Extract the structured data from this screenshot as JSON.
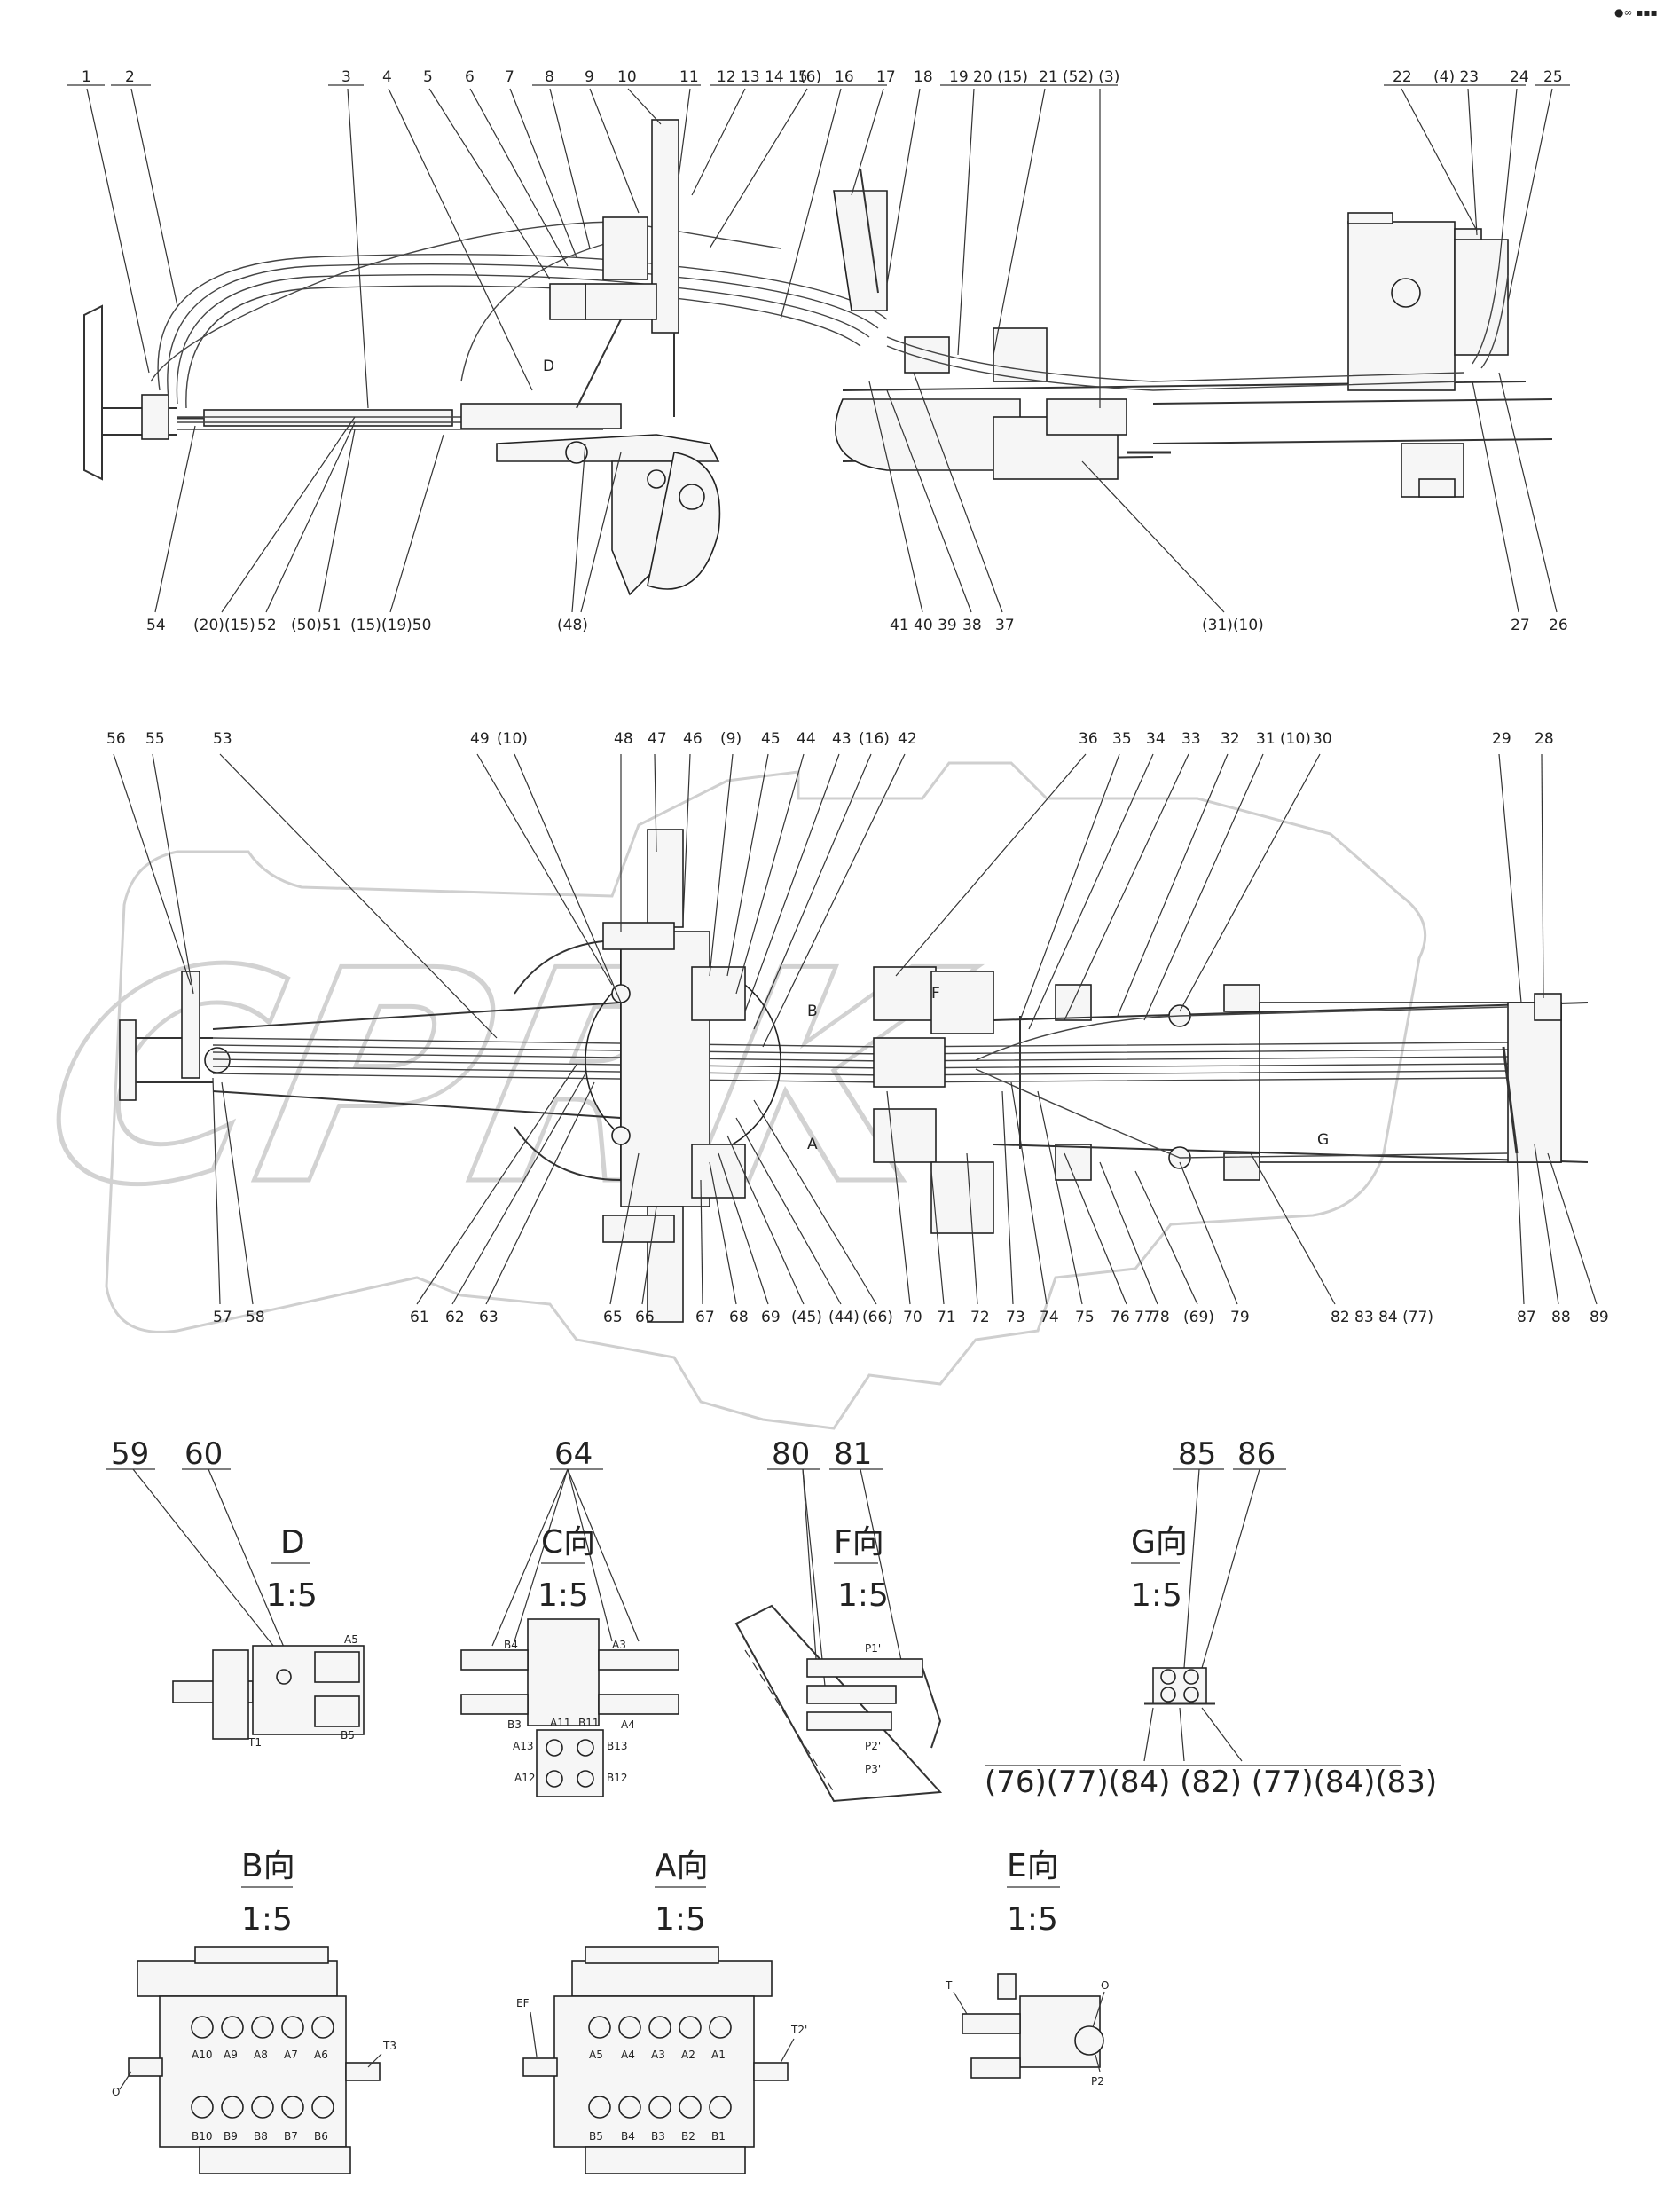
{
  "corner_mark": "●∞ ▪▪▪",
  "watermark_text": "CPRK",
  "upper_view": {
    "top_callouts": [
      "1",
      "2",
      "3",
      "4",
      "5",
      "6",
      "7",
      "8",
      "9",
      "10",
      "11",
      "12 13 14 15",
      "(6)",
      "16",
      "17",
      "18",
      "19 20 (15)",
      "21",
      "(52) (3)",
      "22",
      "(4) 23",
      "24",
      "25"
    ],
    "bottom_callouts": [
      "54",
      "(20)(15)",
      "52",
      "(50)51",
      "(15)(19)50",
      "(48)",
      "41 40 39",
      "38",
      "37",
      "(31)(10)",
      "27",
      "26"
    ],
    "section_mark": "D"
  },
  "middle_view": {
    "top_callouts": [
      "56",
      "55",
      "53",
      "49",
      "(10)",
      "48",
      "47",
      "46",
      "(9)",
      "45",
      "44",
      "43",
      "(16)",
      "42",
      "36",
      "35",
      "34",
      "33",
      "32",
      "31 (10)",
      "30",
      "29",
      "28"
    ],
    "bottom_callouts": [
      "57",
      "58",
      "61",
      "62",
      "63",
      "65",
      "66",
      "67",
      "68",
      "69",
      "(45)",
      "(44)",
      "(66)",
      "70",
      "71",
      "72",
      "73",
      "74",
      "75",
      "76 77",
      "78",
      "(69)",
      "79",
      "82 83 84 (77)",
      "87",
      "88",
      "89"
    ],
    "view_marks": [
      "B",
      "A",
      "F",
      "G"
    ]
  },
  "detail_views": [
    {
      "id": "D",
      "title": "D",
      "scale": "1:5",
      "callouts": [
        "59",
        "60"
      ],
      "ports": [
        "A5",
        "B5",
        "T1"
      ]
    },
    {
      "id": "C",
      "title": "C向",
      "scale": "1:5",
      "callouts": [
        "64"
      ],
      "ports": [
        "B4",
        "A3",
        "B3",
        "A4",
        "A11",
        "B11",
        "A13",
        "B13",
        "A12",
        "B12"
      ]
    },
    {
      "id": "F",
      "title": "F向",
      "scale": "1:5",
      "callouts": [
        "80",
        "81"
      ],
      "ports": [
        "P1'",
        "P2'",
        "P3'"
      ]
    },
    {
      "id": "G",
      "title": "G向",
      "scale": "1:5",
      "callouts": [
        "85",
        "86"
      ],
      "bottom_label": "(76)(77)(84)  (82)  (77)(84)(83)"
    }
  ],
  "valve_views": [
    {
      "id": "B",
      "title": "B向",
      "scale": "1:5",
      "ports_top": [
        "A10",
        "A9",
        "A8",
        "A7",
        "A6"
      ],
      "ports_bottom": [
        "B10",
        "B9",
        "B8",
        "B7",
        "B6"
      ],
      "left": "O",
      "right": "T3"
    },
    {
      "id": "A",
      "title": "A向",
      "scale": "1:5",
      "ports_top": [
        "A5",
        "A4",
        "A3",
        "A2",
        "A1"
      ],
      "ports_bottom": [
        "B5",
        "B4",
        "B3",
        "B2",
        "B1"
      ],
      "left": "EF",
      "right": "T2'"
    },
    {
      "id": "E",
      "title": "E向",
      "scale": "1:5",
      "ports": [
        "T",
        "O",
        "P2"
      ]
    }
  ]
}
